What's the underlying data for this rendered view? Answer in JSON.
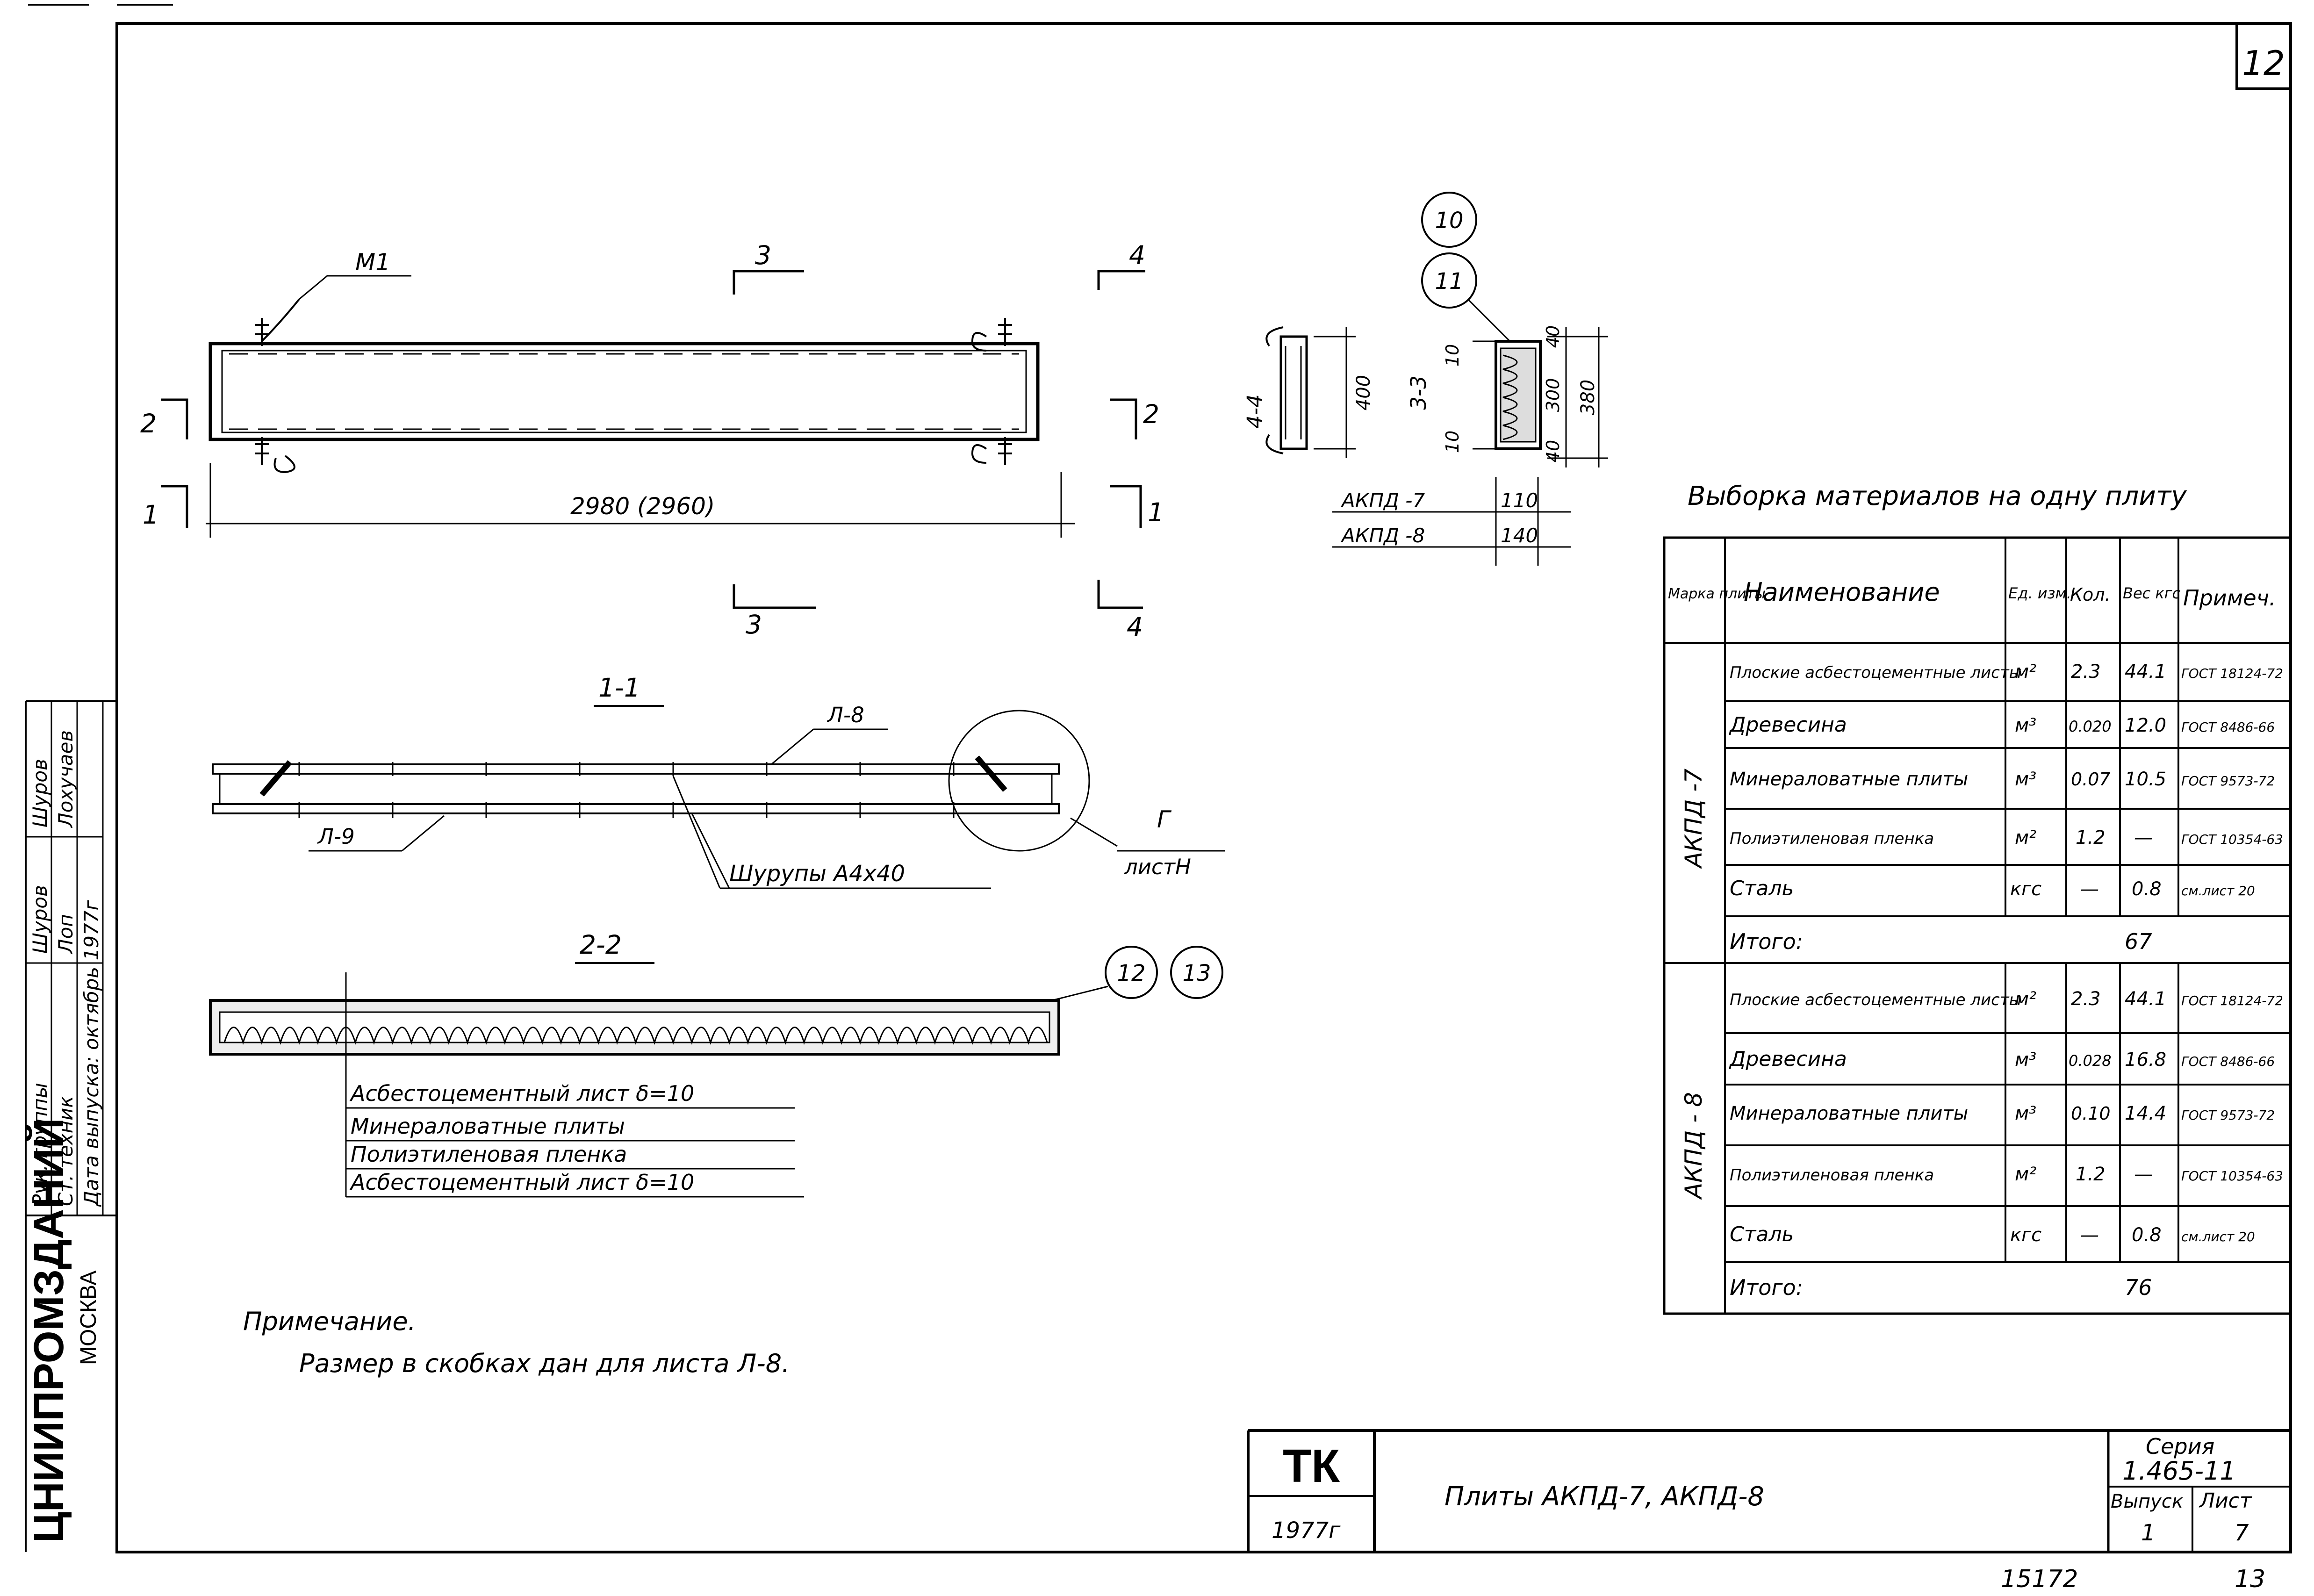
{
  "sheet_number": "12",
  "plan": {
    "callout_m1": "M1",
    "section_marks": [
      "1",
      "1",
      "2",
      "2",
      "3",
      "3",
      "4",
      "4"
    ],
    "length_dim": "2980 (2960)"
  },
  "section_4_4": {
    "label": "4-4",
    "dim_400": "400"
  },
  "section_3_3": {
    "label": "3-3",
    "dims_left": [
      "10",
      "10"
    ],
    "dims_right": [
      "40",
      "300",
      "40"
    ],
    "dim_total": "380",
    "circle_10": "10",
    "circle_11": "11"
  },
  "thickness_table": {
    "rows": [
      {
        "mark": "АКПД -7",
        "value": "110"
      },
      {
        "mark": "АКПД -8",
        "value": "140"
      }
    ]
  },
  "section_1_1": {
    "label": "1-1",
    "label_l8": "Л-8",
    "label_l9": "Л-9",
    "screws": "Шурупы А4х40",
    "node_label": "Г",
    "node_ref": "листН"
  },
  "section_2_2": {
    "label": "2-2",
    "circle_12": "12",
    "circle_13": "13",
    "layers": [
      "Асбестоцементный лист δ=10",
      "Минераловатные плиты",
      "Полиэтиленовая пленка",
      "Асбестоцементный лист δ=10"
    ]
  },
  "note": {
    "title": "Примечание.",
    "text": "Размер в скобках дан для листа Л-8."
  },
  "materials": {
    "title": "Выборка материалов на одну плиту",
    "headers": [
      "Марка плиты",
      "Наименование",
      "Ед. изм.",
      "Кол.",
      "Вес кгс",
      "Примеч."
    ],
    "groups": [
      {
        "mark": "АКПД -7",
        "rows": [
          {
            "name": "Плоские асбестоцементные листы",
            "unit": "м²",
            "qty": "2.3",
            "weight": "44.1",
            "note": "ГОСТ 18124-72"
          },
          {
            "name": "Древесина",
            "unit": "м³",
            "qty": "0.020",
            "weight": "12.0",
            "note": "ГОСТ 8486-66"
          },
          {
            "name": "Минераловатные плиты",
            "unit": "м³",
            "qty": "0.07",
            "weight": "10.5",
            "note": "ГОСТ 9573-72"
          },
          {
            "name": "Полиэтиленовая пленка",
            "unit": "м²",
            "qty": "1.2",
            "weight": "—",
            "note": "ГОСТ 10354-63"
          },
          {
            "name": "Сталь",
            "unit": "кгс",
            "qty": "—",
            "weight": "0.8",
            "note": "см.лист 20"
          }
        ],
        "total_label": "Итого:",
        "total": "67"
      },
      {
        "mark": "АКПД - 8",
        "rows": [
          {
            "name": "Плоские асбестоцементные листы",
            "unit": "м²",
            "qty": "2.3",
            "weight": "44.1",
            "note": "ГОСТ 18124-72"
          },
          {
            "name": "Древесина",
            "unit": "м³",
            "qty": "0.028",
            "weight": "16.8",
            "note": "ГОСТ 8486-66"
          },
          {
            "name": "Минераловатные плиты",
            "unit": "м³",
            "qty": "0.10",
            "weight": "14.4",
            "note": "ГОСТ 9573-72"
          },
          {
            "name": "Полиэтиленовая пленка",
            "unit": "м²",
            "qty": "1.2",
            "weight": "—",
            "note": "ГОСТ 10354-63"
          },
          {
            "name": "Сталь",
            "unit": "кгс",
            "qty": "—",
            "weight": "0.8",
            "note": "см.лист 20"
          }
        ],
        "total_label": "Итого:",
        "total": "76"
      }
    ]
  },
  "stamp": {
    "org": "ЦНИИПРОМЗДАНИЙ",
    "city": "МОСКВА",
    "rows": [
      {
        "role": "Рук. группы",
        "sign": "Шуров",
        "name": "Шуров"
      },
      {
        "role": "Ст. техник",
        "sign": "Лоп",
        "name": "Лохучаев"
      }
    ],
    "release": "Дата выпуска: октябрь 1977г"
  },
  "title_block": {
    "tk": "ТК",
    "year": "1977г",
    "title": "Плиты АКПД-7, АКПД-8",
    "series_label": "Серия",
    "series_value": "1.465-11",
    "issue_label": "Выпуск",
    "issue_value": "1",
    "sheet_label": "Лист",
    "sheet_value": "7"
  },
  "footer": {
    "archive_no": "15172",
    "page": "13"
  }
}
